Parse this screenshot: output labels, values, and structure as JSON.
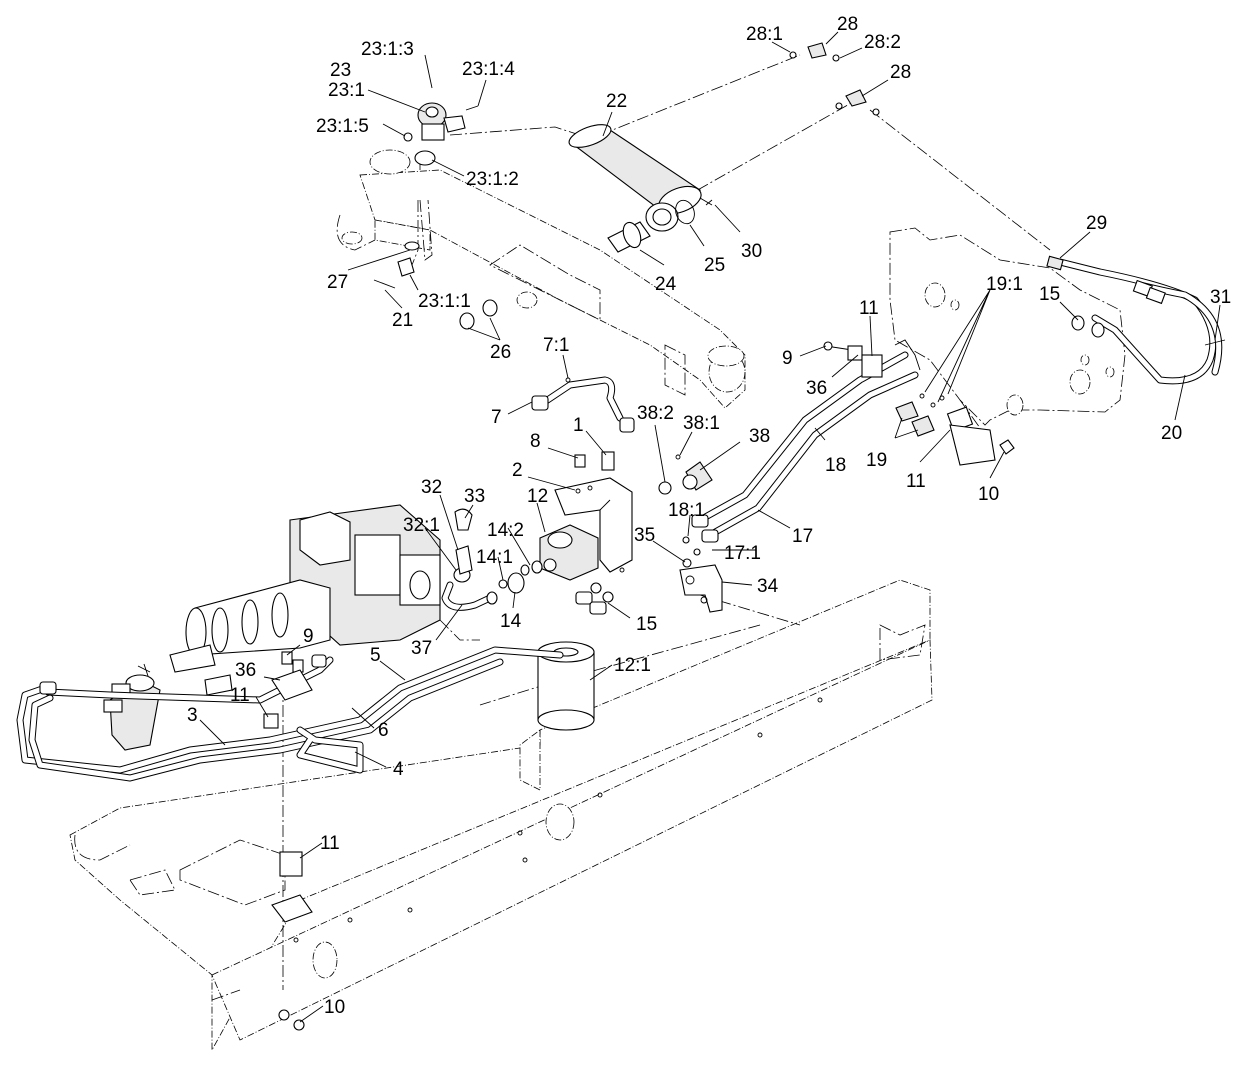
{
  "callouts": [
    {
      "id": "c-23-1-3",
      "text": "23:1:3"
    },
    {
      "id": "c-23",
      "text": "23"
    },
    {
      "id": "c-23-1",
      "text": "23:1"
    },
    {
      "id": "c-23-1-4",
      "text": "23:1:4"
    },
    {
      "id": "c-23-1-5",
      "text": "23:1:5"
    },
    {
      "id": "c-23-1-2",
      "text": "23:1:2"
    },
    {
      "id": "c-22",
      "text": "22"
    },
    {
      "id": "c-28-1",
      "text": "28:1"
    },
    {
      "id": "c-28a",
      "text": "28"
    },
    {
      "id": "c-28-2",
      "text": "28:2"
    },
    {
      "id": "c-28b",
      "text": "28"
    },
    {
      "id": "c-24",
      "text": "24"
    },
    {
      "id": "c-25",
      "text": "25"
    },
    {
      "id": "c-30",
      "text": "30"
    },
    {
      "id": "c-27",
      "text": "27"
    },
    {
      "id": "c-21",
      "text": "21"
    },
    {
      "id": "c-23-1-1",
      "text": "23:1:1"
    },
    {
      "id": "c-26",
      "text": "26"
    },
    {
      "id": "c-29",
      "text": "29"
    },
    {
      "id": "c-19-1",
      "text": "19:1"
    },
    {
      "id": "c-31",
      "text": "31"
    },
    {
      "id": "c-15a",
      "text": "15"
    },
    {
      "id": "c-11a",
      "text": "11"
    },
    {
      "id": "c-9a",
      "text": "9"
    },
    {
      "id": "c-36a",
      "text": "36"
    },
    {
      "id": "c-7-1",
      "text": "7:1"
    },
    {
      "id": "c-7",
      "text": "7"
    },
    {
      "id": "c-38-2",
      "text": "38:2"
    },
    {
      "id": "c-38-1",
      "text": "38:1"
    },
    {
      "id": "c-38",
      "text": "38"
    },
    {
      "id": "c-20",
      "text": "20"
    },
    {
      "id": "c-19",
      "text": "19"
    },
    {
      "id": "c-11b",
      "text": "11"
    },
    {
      "id": "c-10a",
      "text": "10"
    },
    {
      "id": "c-18",
      "text": "18"
    },
    {
      "id": "c-8",
      "text": "8"
    },
    {
      "id": "c-1",
      "text": "1"
    },
    {
      "id": "c-2",
      "text": "2"
    },
    {
      "id": "c-32",
      "text": "32"
    },
    {
      "id": "c-33",
      "text": "33"
    },
    {
      "id": "c-12",
      "text": "12"
    },
    {
      "id": "c-18-1",
      "text": "18:1"
    },
    {
      "id": "c-17",
      "text": "17"
    },
    {
      "id": "c-32-1",
      "text": "32:1"
    },
    {
      "id": "c-14-2",
      "text": "14:2"
    },
    {
      "id": "c-35",
      "text": "35"
    },
    {
      "id": "c-17-1",
      "text": "17:1"
    },
    {
      "id": "c-14-1",
      "text": "14:1"
    },
    {
      "id": "c-34",
      "text": "34"
    },
    {
      "id": "c-14",
      "text": "14"
    },
    {
      "id": "c-15b",
      "text": "15"
    },
    {
      "id": "c-37",
      "text": "37"
    },
    {
      "id": "c-9b",
      "text": "9"
    },
    {
      "id": "c-5",
      "text": "5"
    },
    {
      "id": "c-12-1",
      "text": "12:1"
    },
    {
      "id": "c-36b",
      "text": "36"
    },
    {
      "id": "c-11c",
      "text": "11"
    },
    {
      "id": "c-3",
      "text": "3"
    },
    {
      "id": "c-6",
      "text": "6"
    },
    {
      "id": "c-4",
      "text": "4"
    },
    {
      "id": "c-11d",
      "text": "11"
    },
    {
      "id": "c-10b",
      "text": "10"
    }
  ]
}
